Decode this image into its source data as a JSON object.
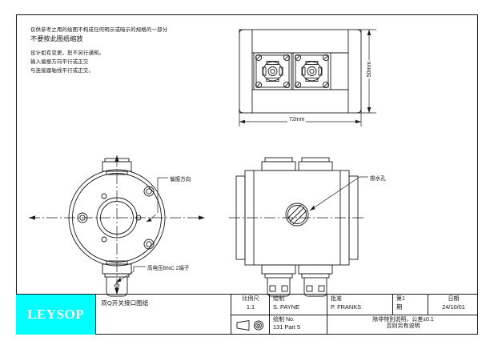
{
  "notes": {
    "group1": [
      "仅供参考之用的绘图不构成任何明示或暗示的规格的一部分"
    ],
    "emphasis": "不要按此图纸缩放",
    "group2": [
      "设计如有变更，恕不另行通知。",
      "输入偏振方向平行或正交",
      "与连接器轴线平行或正交。"
    ]
  },
  "views": {
    "top_view": {
      "dim_width": "72mm",
      "dim_height": "50mm"
    },
    "end_view": {
      "label_polarization": "偏振方向",
      "label_bnc": "高电压BNC 2端子"
    },
    "front_view": {
      "label_drain": "排水孔"
    }
  },
  "titleblock": {
    "logo": "LEYSOP",
    "drawing_title": "双Q开关接口图纸",
    "scale_label": "比例尺",
    "scale_value": "1:1",
    "drawn_label": "绘制",
    "drawn_value": "S. PAYNE",
    "approved_label": "批准",
    "approved_value": "P. FRANKS",
    "issue_label": "第1",
    "issue_value": "期",
    "date_label": "日期",
    "date_value": "24/10/01",
    "projection_symbol": "first-angle-projection-icon",
    "dwgno_label": "绘制    No.",
    "dwgno_value": "131 Part 5",
    "tolerance_line1": "除非特别说明，公差±0.1",
    "tolerance_line2": "否则另有说明"
  },
  "colors": {
    "logo_background": "#00ffff",
    "logo_text": "#ffffff",
    "line": "#1a1a1a",
    "text": "#111111"
  }
}
